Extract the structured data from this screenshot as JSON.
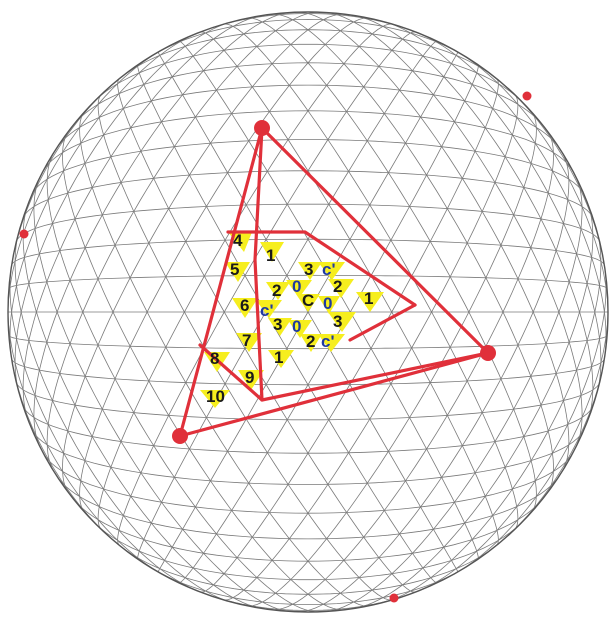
{
  "colors": {
    "background": "#ffffff",
    "mesh": "#7a7a7a",
    "outline": "#555555",
    "icosa_edge": "#e0303a",
    "vertex": "#e0303a",
    "highlight_fill": "#f6ee1e",
    "label_dark": "#1a1a1a",
    "label_blue": "#1f3aa0"
  },
  "labels": [
    {
      "text": "4"
    },
    {
      "text": "1"
    },
    {
      "text": "5"
    },
    {
      "text": "3"
    },
    {
      "text": "c'"
    },
    {
      "text": "2"
    },
    {
      "text": "0"
    },
    {
      "text": "2"
    },
    {
      "text": "1"
    },
    {
      "text": "6"
    },
    {
      "text": "c'"
    },
    {
      "text": "C"
    },
    {
      "text": "0"
    },
    {
      "text": "3"
    },
    {
      "text": "0"
    },
    {
      "text": "3"
    },
    {
      "text": "7"
    },
    {
      "text": "2"
    },
    {
      "text": "c'"
    },
    {
      "text": "8"
    },
    {
      "text": "1"
    },
    {
      "text": "9"
    },
    {
      "text": "10"
    }
  ]
}
